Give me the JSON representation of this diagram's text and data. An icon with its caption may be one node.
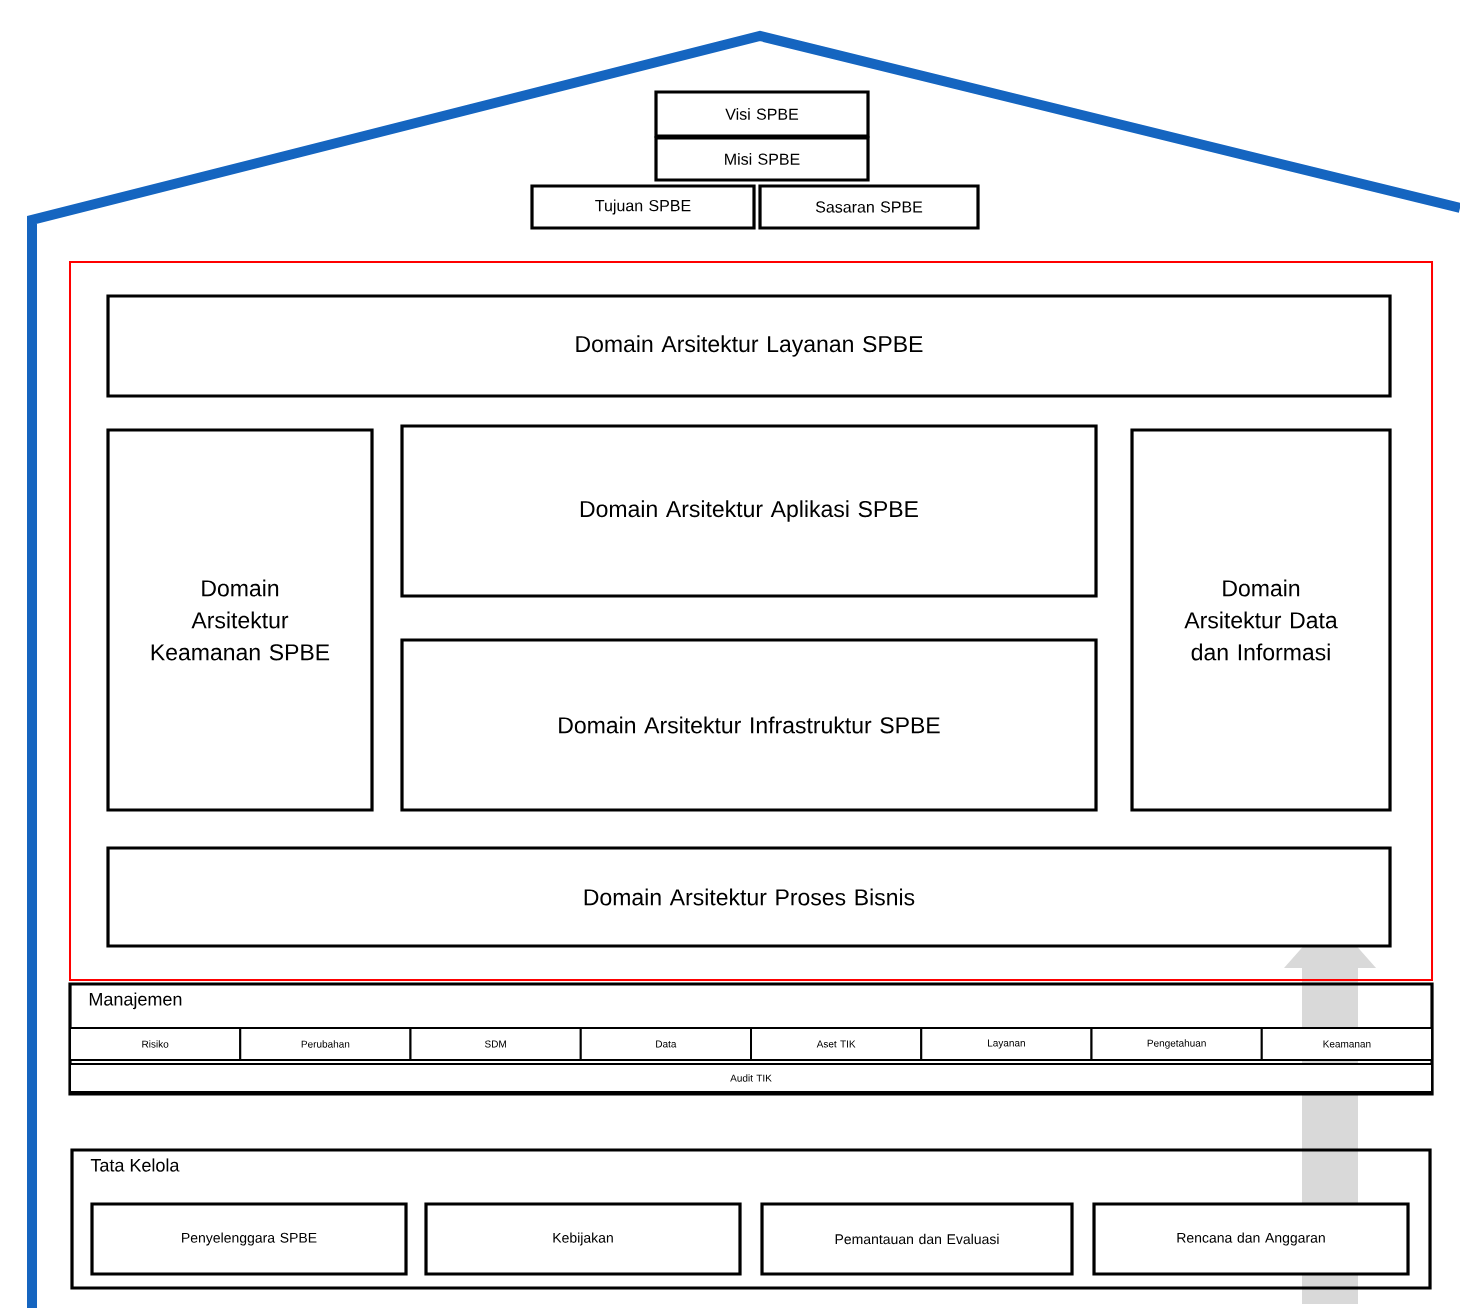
{
  "diagram": {
    "nodes": [
      {
        "text": [
          "Visi SPBE"
        ]
      },
      {
        "text": [
          "Misi SPBE"
        ]
      },
      {
        "text": [
          "Tujuan SPBE"
        ]
      },
      {
        "text": [
          "Sasaran SPBE"
        ]
      },
      {
        "text": [],
        "shape": "box"
      },
      {
        "text": [
          "Domain Arsitektur Layanan SPBE"
        ],
        "in": 4
      },
      {
        "text": [
          "Domain Arsitektur Keamanan SPBE"
        ],
        "in": 4
      },
      {
        "text": [
          "Domain Arsitektur Aplikasi SPBE"
        ],
        "in": 4
      },
      {
        "text": [
          "Domain Arsitektur Data dan Informasi"
        ],
        "in": 4
      },
      {
        "text": [
          "Domain Arsitektur Infrastruktur SPBE"
        ],
        "in": 4
      },
      {
        "text": [
          "Domain Arsitektur Proses Bisnis"
        ],
        "in": 4
      },
      {
        "text": [
          "Manajemen"
        ]
      },
      {
        "text": [
          "Risiko"
        ],
        "in": 11
      },
      {
        "text": [
          "Perubahan"
        ],
        "in": 11
      },
      {
        "text": [
          "SDM"
        ],
        "in": 11
      },
      {
        "text": [
          "Data"
        ],
        "in": 11
      },
      {
        "text": [
          "Aset TIK"
        ],
        "in": 11
      },
      {
        "text": [
          "Layanan"
        ],
        "in": 11
      },
      {
        "text": [
          "Pengetahuan"
        ],
        "in": 11
      },
      {
        "text": [
          "Keamanan"
        ],
        "in": 11
      },
      {
        "text": [
          "Audit TIK"
        ],
        "in": 11
      },
      {
        "text": [
          "Tata Kelola"
        ]
      },
      {
        "text": [
          "Penyelenggara SPBE"
        ],
        "in": 21
      },
      {
        "text": [
          "Kebijakan"
        ],
        "in": 21
      },
      {
        "text": [
          "Pemantauan dan Evaluasi"
        ],
        "in": 21
      },
      {
        "text": [
          "Rencana dan Anggaran"
        ],
        "in": 21
      }
    ],
    "edges": []
  }
}
